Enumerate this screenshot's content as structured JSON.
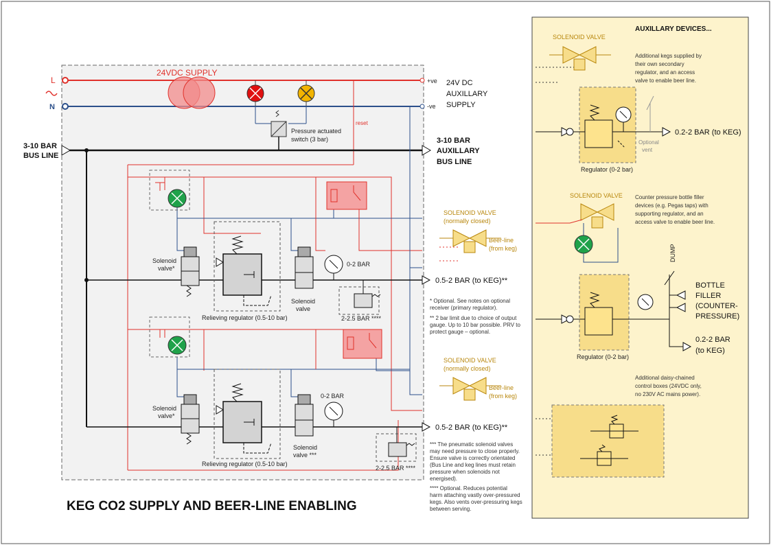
{
  "title": "KEG CO2 SUPPLY AND BEER-LINE ENABLING",
  "supply": {
    "label": "24VDC SUPPLY",
    "l": "L",
    "n": "N",
    "pos": "+ve",
    "neg": "-ve",
    "aux1": "24V DC",
    "aux2": "AUXILLARY",
    "aux3": "SUPPLY"
  },
  "bus": {
    "in1": "3-10 BAR",
    "in2": "BUS LINE",
    "out1": "3-10 BAR",
    "out2": "AUXILLARY",
    "out3": "BUS LINE"
  },
  "pressure_switch": {
    "l1": "Pressure actuated",
    "l2": "switch (3 bar)",
    "reset": "reset"
  },
  "ch1": {
    "solenoid1": "Solenoid",
    "solenoid2": "valve*",
    "regulator": "Relieving regulator (0.5-10 bar)",
    "solenoid_out1": "Solenoid",
    "solenoid_out2": "valve",
    "gauge": "0-2 BAR",
    "prv": "2-2.5 BAR ****",
    "output": "0.5-2 BAR (to KEG)**"
  },
  "ch2": {
    "solenoid1": "Solenoid",
    "solenoid2": "valve*",
    "regulator": "Relieving regulator (0.5-10 bar)",
    "solenoid_out1": "Solenoid",
    "solenoid_out2": "valve ***",
    "gauge": "0-2 BAR",
    "prv": "2-2.5 BAR ****",
    "output": "0.5-2 BAR (to KEG)**"
  },
  "sv_note1": {
    "l1": "SOLENOID VALVE",
    "l2": "(normally closed)",
    "beer1": "Beer-line",
    "beer2": "(from keg)"
  },
  "sv_note2": {
    "l1": "SOLENOID VALVE",
    "l2": "(normally closed)",
    "beer1": "Beer-line",
    "beer2": "(from keg)"
  },
  "notes": {
    "n1a": "* Optional. See notes on optional",
    "n1b": "receiver (primary regulator).",
    "n2a": "** 2 bar limit due to choice of output",
    "n2b": "gauge. Up to 10 bar possible. PRV to",
    "n2c": "protect gauge – optional.",
    "n3a": "*** The pneumatic solenoid valves",
    "n3b": "may need pressure to close properly.",
    "n3c": "Ensure valve is correctly orientated",
    "n3d": "(Bus Line and keg lines must retain",
    "n3e": "pressure when solenoids not",
    "n3f": "energised).",
    "n4a": "**** Optional. Reduces potential",
    "n4b": "harm attaching vastly over-pressured",
    "n4c": "kegs.  Also vents over-pressuring kegs",
    "n4d": "between serving."
  },
  "aux": {
    "title": "AUXILLARY DEVICES...",
    "sv1": "SOLENOID VALVE",
    "d1a": "Additional kegs supplied by",
    "d1b": "their own secondary",
    "d1c": "regulator, and an access",
    "d1d": "valve to enable beer line.",
    "out1": "0.2-2 BAR (to KEG)",
    "vent1": "Optional",
    "vent2": "vent",
    "reg1": "Regulator (0-2 bar)",
    "sv2": "SOLENOID VALVE",
    "d2a": "Counter pressure bottle filler",
    "d2b": "devices (e.g. Pegas taps) with",
    "d2c": "supporting regulator, and an",
    "d2d": "access valve to enable beer line.",
    "dump": "DUMP",
    "bf1": "BOTTLE",
    "bf2": "FILLER",
    "bf3": "(COUNTER-",
    "bf4": "PRESSURE)",
    "out2a": "0.2-2 BAR",
    "out2b": "(to KEG)",
    "reg2": "Regulator (0-2 bar)",
    "d3a": "Additional daisy-chained",
    "d3b": "control boxes (24VDC only,",
    "d3c": "no 230V AC mains power)."
  },
  "colors": {
    "live": "#e0302a",
    "neutral": "#2b4f8a",
    "gas": "#111111",
    "aux_bg": "#fdf3cc",
    "aux_box": "#f7dd8a",
    "relay": "#f4a3a3",
    "lamp_green": "#1fa24a",
    "lamp_red": "#e01010",
    "lamp_amber": "#f2b400"
  }
}
